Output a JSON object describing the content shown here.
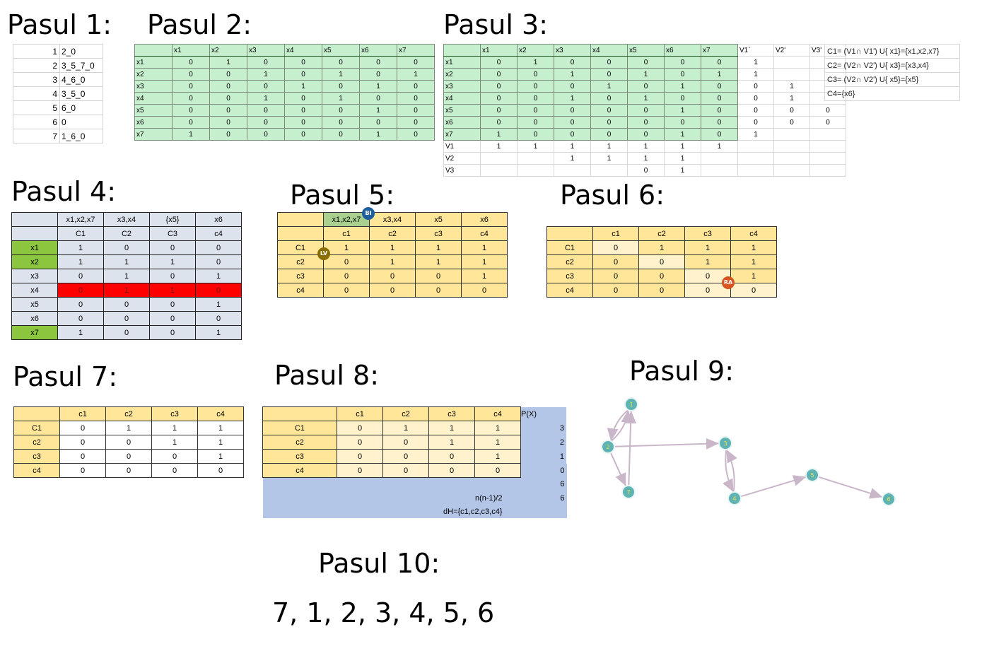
{
  "titles": {
    "s1": "Pasul 1:",
    "s2": "Pasul 2:",
    "s3": "Pasul 3:",
    "s4": "Pasul 4:",
    "s5": "Pasul 5:",
    "s6": "Pasul 6:",
    "s7": "Pasul 7:",
    "s8": "Pasul 8:",
    "s9": "Pasul 9:",
    "s10": "Pasul 10:"
  },
  "step1": {
    "rows": [
      [
        "1",
        "2_0"
      ],
      [
        "2",
        "3_5_7_0"
      ],
      [
        "3",
        "4_6_0"
      ],
      [
        "4",
        "3_5_0"
      ],
      [
        "5",
        "6_0"
      ],
      [
        "6",
        "0"
      ],
      [
        "7",
        "1_6_0"
      ]
    ]
  },
  "step2": {
    "headers": [
      "",
      "x1",
      "x2",
      "x3",
      "x4",
      "x5",
      "x6",
      "x7"
    ],
    "rows": [
      [
        "x1",
        "0",
        "1",
        "0",
        "0",
        "0",
        "0",
        "0"
      ],
      [
        "x2",
        "0",
        "0",
        "1",
        "0",
        "1",
        "0",
        "1"
      ],
      [
        "x3",
        "0",
        "0",
        "0",
        "1",
        "0",
        "1",
        "0"
      ],
      [
        "x4",
        "0",
        "0",
        "1",
        "0",
        "1",
        "0",
        "0"
      ],
      [
        "x5",
        "0",
        "0",
        "0",
        "0",
        "0",
        "1",
        "0"
      ],
      [
        "x6",
        "0",
        "0",
        "0",
        "0",
        "0",
        "0",
        "0"
      ],
      [
        "x7",
        "1",
        "0",
        "0",
        "0",
        "0",
        "1",
        "0"
      ]
    ]
  },
  "step3": {
    "headers": [
      "",
      "x1",
      "x2",
      "x3",
      "x4",
      "x5",
      "x6",
      "x7",
      "V1`",
      "V2'",
      "V3'"
    ],
    "rows": [
      [
        "x1",
        "0",
        "1",
        "0",
        "0",
        "0",
        "0",
        "0",
        "1",
        "",
        ""
      ],
      [
        "x2",
        "0",
        "0",
        "1",
        "0",
        "1",
        "0",
        "1",
        "1",
        "",
        ""
      ],
      [
        "x3",
        "0",
        "0",
        "0",
        "1",
        "0",
        "1",
        "0",
        "0",
        "1",
        ""
      ],
      [
        "x4",
        "0",
        "0",
        "1",
        "0",
        "1",
        "0",
        "0",
        "0",
        "1",
        ""
      ],
      [
        "x5",
        "0",
        "0",
        "0",
        "0",
        "0",
        "1",
        "0",
        "0",
        "0",
        "0"
      ],
      [
        "x6",
        "0",
        "0",
        "0",
        "0",
        "0",
        "0",
        "0",
        "0",
        "0",
        "0"
      ],
      [
        "x7",
        "1",
        "0",
        "0",
        "0",
        "0",
        "1",
        "0",
        "1",
        "",
        ""
      ],
      [
        "V1",
        "1",
        "1",
        "1",
        "1",
        "1",
        "1",
        "1",
        "",
        "",
        ""
      ],
      [
        "V2",
        "",
        "",
        "1",
        "1",
        "1",
        "1",
        "",
        "",
        "",
        ""
      ],
      [
        "V3",
        "",
        "",
        "",
        "",
        "0",
        "1",
        "",
        "",
        "",
        ""
      ]
    ],
    "side": [
      "C1= (V1∩ V1') U{ x1}={x1,x2,x7}",
      "C2= (V2∩ V2') U{ x3}={x3,x4}",
      "C3= (V2∩ V2') U{ x5}={x5}",
      "C4={x6}"
    ]
  },
  "step4": {
    "groups": [
      "x1,x2,x7",
      "x3,x4",
      "{x5}",
      "x6"
    ],
    "classes": [
      "C1",
      "C2",
      "C3",
      "c4"
    ],
    "rows": [
      [
        "x1",
        "1",
        "0",
        "0",
        "0"
      ],
      [
        "x2",
        "1",
        "1",
        "1",
        "0"
      ],
      [
        "x3",
        "0",
        "1",
        "0",
        "1"
      ],
      [
        "x4",
        "0",
        "1",
        "1",
        "0"
      ],
      [
        "x5",
        "0",
        "0",
        "0",
        "1"
      ],
      [
        "x6",
        "0",
        "0",
        "0",
        "0"
      ],
      [
        "x7",
        "1",
        "0",
        "0",
        "1"
      ]
    ],
    "green_rows": [
      0,
      1,
      6
    ],
    "red_row": 3
  },
  "step5": {
    "groups": [
      "x1,x2,x7",
      "x3,x4",
      "x5",
      "x6"
    ],
    "classes": [
      "c1",
      "c2",
      "c3",
      "c4"
    ],
    "rows": [
      [
        "C1",
        "1",
        "1",
        "1",
        "1"
      ],
      [
        "c2",
        "0",
        "1",
        "1",
        "1"
      ],
      [
        "c3",
        "0",
        "0",
        "0",
        "1"
      ],
      [
        "c4",
        "0",
        "0",
        "0",
        "0"
      ]
    ],
    "badges": [
      "BI",
      "LV"
    ]
  },
  "step6": {
    "classes": [
      "c1",
      "c2",
      "c3",
      "c4"
    ],
    "rows": [
      [
        "C1",
        "0",
        "1",
        "1",
        "1"
      ],
      [
        "c2",
        "0",
        "0",
        "1",
        "1"
      ],
      [
        "c3",
        "0",
        "0",
        "0",
        "1"
      ],
      [
        "c4",
        "0",
        "0",
        "0",
        "0"
      ]
    ],
    "badge": "RA"
  },
  "step7": {
    "classes": [
      "c1",
      "c2",
      "c3",
      "c4"
    ],
    "rows": [
      [
        "C1",
        "0",
        "1",
        "1",
        "1"
      ],
      [
        "c2",
        "0",
        "0",
        "1",
        "1"
      ],
      [
        "c3",
        "0",
        "0",
        "0",
        "1"
      ],
      [
        "c4",
        "0",
        "0",
        "0",
        "0"
      ]
    ]
  },
  "step8": {
    "classes": [
      "c1",
      "c2",
      "c3",
      "c4"
    ],
    "px_label": "P(X)",
    "rows": [
      [
        "C1",
        "0",
        "1",
        "1",
        "1",
        "3"
      ],
      [
        "c2",
        "0",
        "0",
        "1",
        "1",
        "2"
      ],
      [
        "c3",
        "0",
        "0",
        "0",
        "1",
        "1"
      ],
      [
        "c4",
        "0",
        "0",
        "0",
        "0",
        "0"
      ]
    ],
    "sum": "6",
    "formula": "n(n-1)/2",
    "formula_value": "6",
    "path": "dH={c1,c2,c3,c4}"
  },
  "graph": {
    "node_labels": [
      "1",
      "2",
      "3",
      "4",
      "5",
      "6",
      "7"
    ],
    "node_color": "#5fb3b3",
    "edge_color": "#c9b6c9",
    "edges": [
      [
        "1",
        "2"
      ],
      [
        "2",
        "1"
      ],
      [
        "2",
        "3"
      ],
      [
        "2",
        "7"
      ],
      [
        "7",
        "1"
      ],
      [
        "3",
        "4"
      ],
      [
        "4",
        "3"
      ],
      [
        "4",
        "5"
      ],
      [
        "5",
        "6"
      ]
    ]
  },
  "answer": "7, 1, 2, 3, 4, 5, 6"
}
